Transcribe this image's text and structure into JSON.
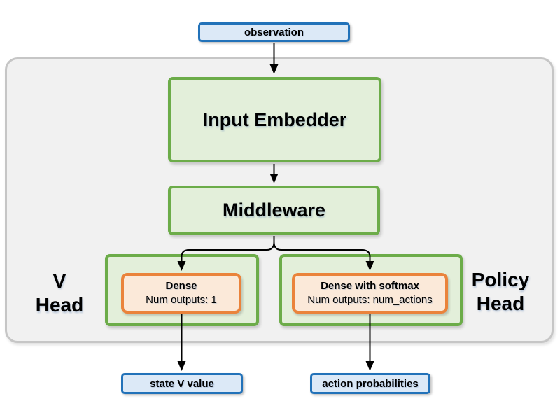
{
  "nodes": {
    "observation": "observation",
    "input_embedder": "Input Embedder",
    "middleware": "Middleware",
    "v_head": {
      "label_line1": "V",
      "label_line2": "Head",
      "dense_title": "Dense",
      "dense_subtitle": "Num outputs: 1"
    },
    "policy_head": {
      "label_line1": "Policy",
      "label_line2": "Head",
      "dense_title": "Dense with softmax",
      "dense_subtitle": "Num outputs: num_actions"
    },
    "state_v_value": "state V value",
    "action_probabilities": "action probabilities"
  },
  "colors": {
    "blue_border": "#2272B9",
    "blue_fill": "#DCE9F7",
    "green_border": "#6CAC49",
    "green_fill": "#E3EFDA",
    "orange_border": "#EA833B",
    "orange_fill": "#FBE9D9",
    "container_fill": "#F1F1F1",
    "container_border": "#C6C6C6",
    "arrow": "#000000"
  }
}
